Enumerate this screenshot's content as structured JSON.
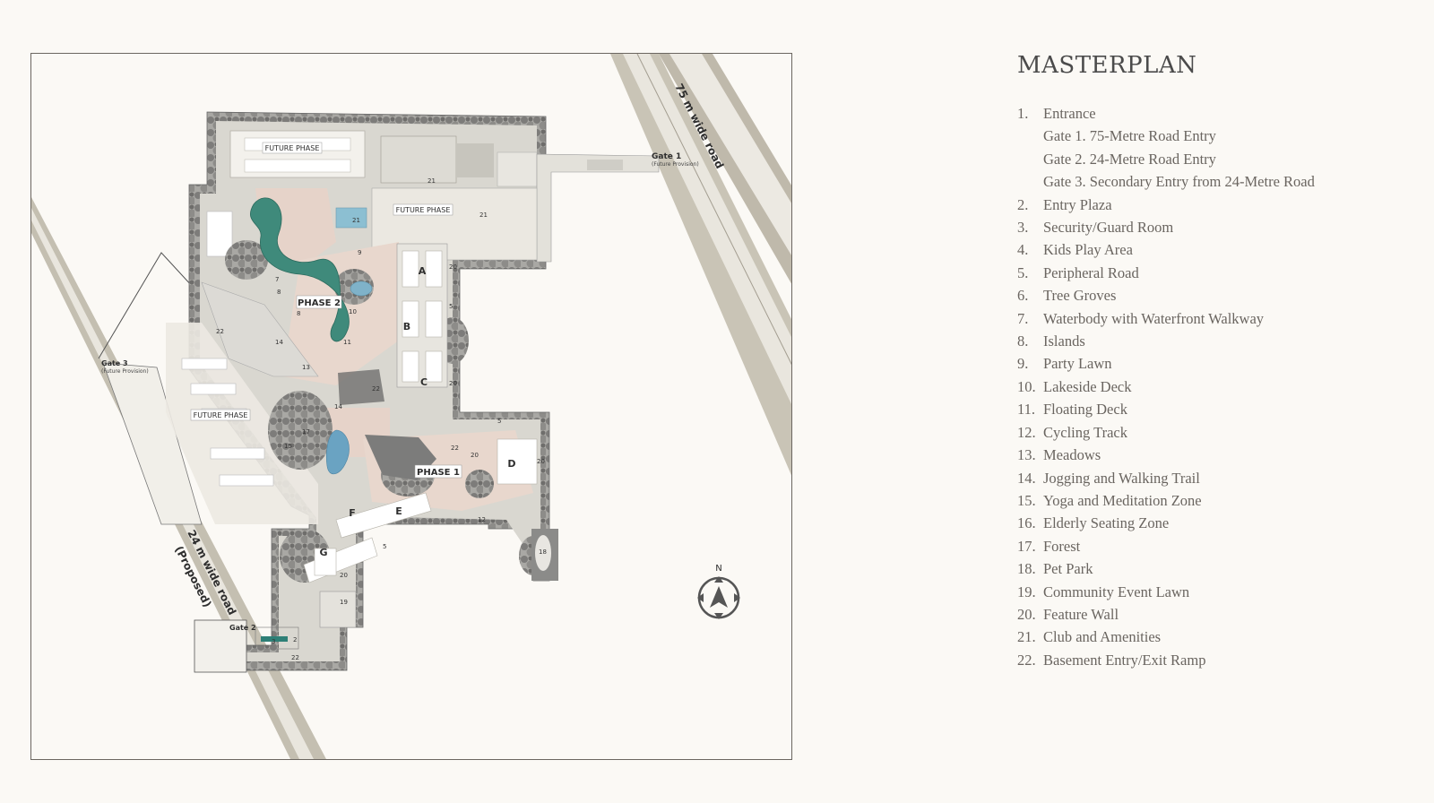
{
  "map": {
    "roads": {
      "road_75": "75 m wide road",
      "road_24": "24 m wide road",
      "road_24_note": "(Proposed)"
    },
    "gates": {
      "gate1": "Gate 1",
      "gate1_note": "(Future Provision)",
      "gate2": "Gate 2",
      "gate3": "Gate 3",
      "gate3_note": "(Future Provision)"
    },
    "zones": {
      "future_top": "FUTURE PHASE",
      "future_mid": "FUTURE PHASE",
      "future_left": "FUTURE PHASE",
      "phase1": "PHASE 1",
      "phase2": "PHASE 2"
    },
    "towers": [
      "A",
      "B",
      "C",
      "D",
      "E",
      "F",
      "G"
    ],
    "north": "N",
    "icons": [
      "compass-north-arrow-icon"
    ],
    "colors": {
      "road": "#c9c4b6",
      "landscape": "#d8d6cf",
      "plaza": "#e6d3c9",
      "water": "#3f8a7b",
      "pool": "#7fb2c9",
      "trees": "#8e8e8c"
    }
  },
  "legend": {
    "title": "MASTERPLAN",
    "items": [
      {
        "num": "1.",
        "label": "Entrance",
        "subs": [
          "Gate 1. 75-Metre Road Entry",
          "Gate 2. 24-Metre Road Entry",
          "Gate 3. Secondary Entry from 24-Metre Road"
        ]
      },
      {
        "num": "2.",
        "label": "Entry Plaza"
      },
      {
        "num": "3.",
        "label": "Security/Guard Room"
      },
      {
        "num": "4.",
        "label": "Kids Play Area"
      },
      {
        "num": "5.",
        "label": "Peripheral Road"
      },
      {
        "num": "6.",
        "label": "Tree Groves"
      },
      {
        "num": "7.",
        "label": "Waterbody with Waterfront Walkway"
      },
      {
        "num": "8.",
        "label": "Islands"
      },
      {
        "num": "9.",
        "label": "Party Lawn"
      },
      {
        "num": "10.",
        "label": "Lakeside Deck"
      },
      {
        "num": "11.",
        "label": "Floating Deck"
      },
      {
        "num": "12.",
        "label": "Cycling Track"
      },
      {
        "num": "13.",
        "label": "Meadows"
      },
      {
        "num": "14.",
        "label": "Jogging and Walking Trail"
      },
      {
        "num": "15.",
        "label": "Yoga and Meditation Zone"
      },
      {
        "num": "16.",
        "label": "Elderly Seating Zone"
      },
      {
        "num": "17.",
        "label": "Forest"
      },
      {
        "num": "18.",
        "label": "Pet Park"
      },
      {
        "num": "19.",
        "label": "Community Event Lawn"
      },
      {
        "num": "20.",
        "label": "Feature Wall"
      },
      {
        "num": "21.",
        "label": "Club and Amenities"
      },
      {
        "num": "22.",
        "label": "Basement Entry/Exit Ramp"
      }
    ]
  }
}
